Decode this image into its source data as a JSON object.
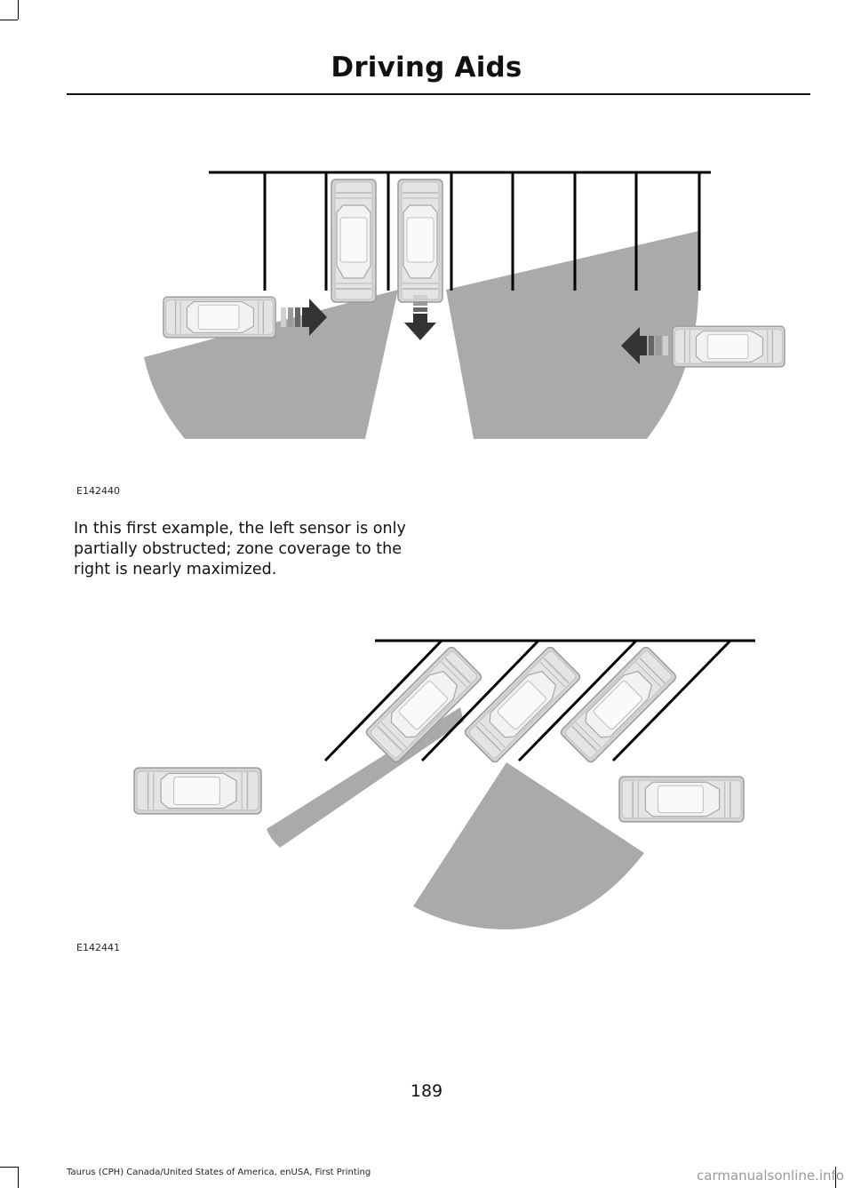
{
  "header": {
    "title": "Driving Aids"
  },
  "figures": [
    {
      "code": "E142440"
    },
    {
      "code": "E142441"
    }
  ],
  "body_text": "In this first example, the left sensor is only partially obstructed; zone coverage to the right is nearly maximized.",
  "page_number": "189",
  "footer_text": "Taurus (CPH) Canada/United States of America, enUSA, First Printing",
  "watermark": "carmanualsonline.info",
  "colors": {
    "zone_gray": "#aaaaaa",
    "arrow": "#333333",
    "car_body": "#d9d9d9"
  }
}
